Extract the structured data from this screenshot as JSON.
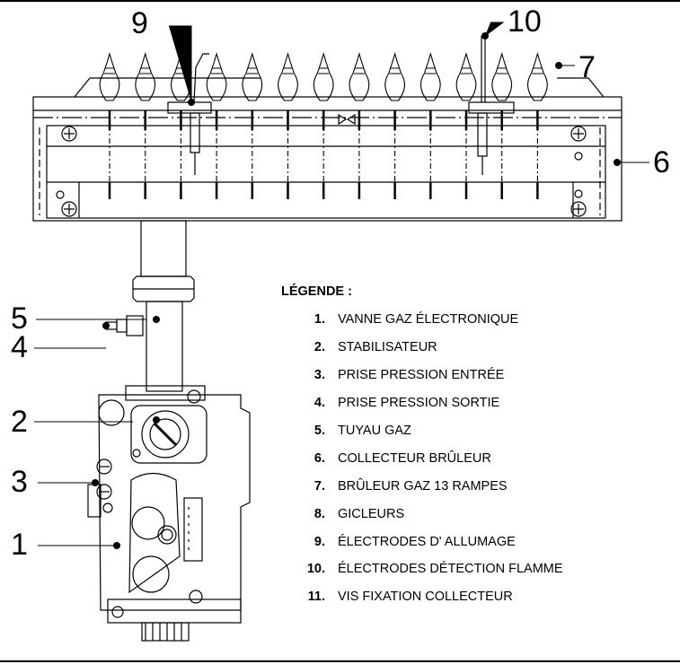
{
  "legend": {
    "title": "LÉGENDE :",
    "items": [
      {
        "num": "1.",
        "label": "VANNE GAZ ÉLECTRONIQUE"
      },
      {
        "num": "2.",
        "label": "STABILISATEUR"
      },
      {
        "num": "3.",
        "label": "PRISE PRESSION ENTRÉE"
      },
      {
        "num": "4.",
        "label": "PRISE PRESSION SORTIE"
      },
      {
        "num": "5.",
        "label": "TUYAU GAZ"
      },
      {
        "num": "6.",
        "label": "COLLECTEUR BRÛLEUR"
      },
      {
        "num": "7.",
        "label": "BRÛLEUR GAZ 13 RAMPES"
      },
      {
        "num": "8.",
        "label": "GICLEURS"
      },
      {
        "num": "9.",
        "label": "ÉLECTRODES D' ALLUMAGE"
      },
      {
        "num": "10.",
        "label": "ÉLECTRODES DÉTECTION FLAMME"
      },
      {
        "num": "11.",
        "label": "VIS FIXATION COLLECTEUR"
      }
    ]
  },
  "callouts": {
    "c1": "1",
    "c2": "2",
    "c3": "3",
    "c4": "4",
    "c5": "5",
    "c6": "6",
    "c7": "7",
    "c9": "9",
    "c10": "10"
  }
}
